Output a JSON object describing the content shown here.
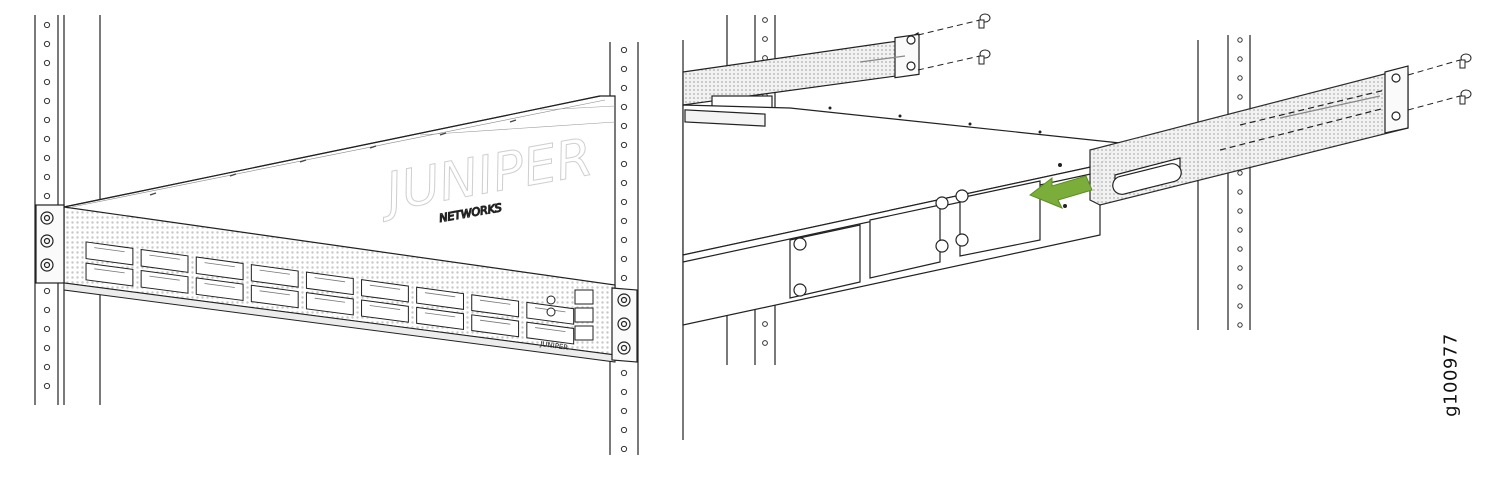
{
  "figure_id": "g100977",
  "left_panel": {
    "brand_mark": "JUNIPER",
    "brand_sub": "NETWORKS",
    "front_badge": "JUNIPER"
  },
  "right_panel": {
    "arrow_direction": "left"
  },
  "colors": {
    "line": "#1a1a1a",
    "arrow": "#7aad3a",
    "perforation": "#d0d0d0",
    "panel_fill": "#f4f4f4"
  }
}
